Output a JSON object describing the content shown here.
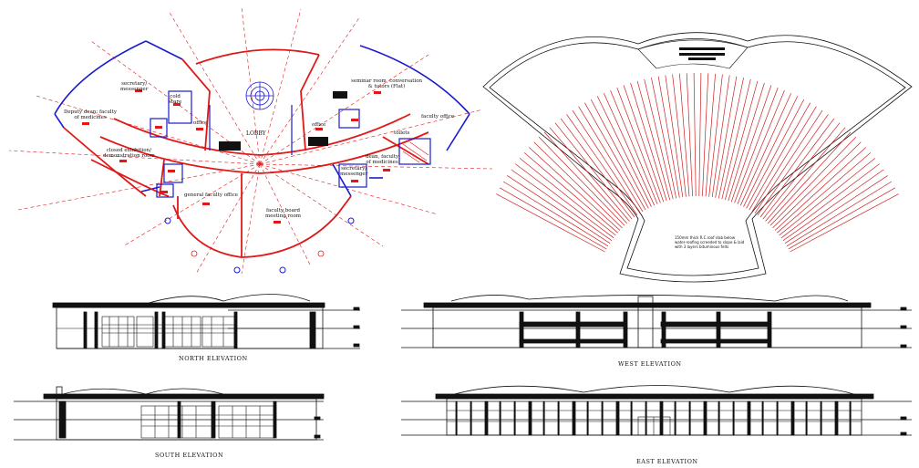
{
  "floor_plan": {
    "rooms": {
      "secretary": "secretary/\nmessenger",
      "cold_store": "cold\nstore",
      "office_left": "office",
      "lobby": "LOBBY",
      "office_right": "office",
      "seminar_room": "seminar room, conversation\n& tutors (Flat)",
      "deputy_dean": "Deputy dean; faculty\nof medicines",
      "faculty_office": "faculty office",
      "closed_exhibition": "closed exhibition/\ndemonstration room",
      "toilets": "toilets",
      "dean_faculty": "dean, faculty\nof medicines",
      "secretary_messenger": "secretary/\nmessenger",
      "general_faculty_office": "general faculty office",
      "faculty_board": "faculty board\nmeeting room"
    }
  },
  "roof_plan": {
    "note": "150mm thick R.C.roof slab below\nwater-roofing screeded to slope & laid\nwith 3 layers bituminous felts"
  },
  "elevations": {
    "north": "NORTH ELEVATION",
    "west": "WEST ELEVATION",
    "south": "SOUTH ELEVATION",
    "east": "EAST ELEVATION"
  },
  "colors": {
    "wall_red": "#e01818",
    "wall_blue": "#1a1ad0",
    "line_black": "#111111",
    "roof_red": "#cc1f1f"
  }
}
